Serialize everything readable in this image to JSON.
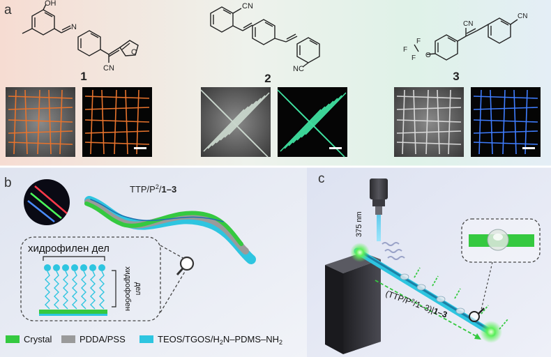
{
  "panel_a": {
    "label": "a",
    "molecules": [
      {
        "number": "1",
        "oh": "OH",
        "n": "N",
        "o": "O",
        "cn": "CN"
      },
      {
        "number": "2",
        "cn_top": "CN",
        "nc_bottom": "NC"
      },
      {
        "number": "3",
        "f1": "F",
        "f2": "F",
        "f3": "F",
        "o": "O",
        "cn1": "CN",
        "cn2": "CN"
      }
    ],
    "colors": {
      "crystal_1": "#e8732c",
      "crystal_2_bright": "#c9d6cc",
      "crystal_2_lum": "#3fe0a0",
      "crystal_3_bright": "#d8d8d8",
      "crystal_3_lum": "#3f7dff"
    }
  },
  "panel_b": {
    "label": "b",
    "title_prefix": "TTP/P",
    "title_sup": "2",
    "title_suffix": "/",
    "title_bold": "1–3",
    "hydrophilic_label": "хидрофилен дел",
    "hydrophobic_label_1": "хидрофобен",
    "hydrophobic_label_2": "дел"
  },
  "panel_c": {
    "label": "c",
    "wavelength": "375 nm",
    "film_prefix": "(TTP/P",
    "film_sup": "2",
    "film_mid": "/1–3)|",
    "film_bold": "1–3"
  },
  "legend": [
    {
      "label": "Crystal",
      "color": "#35c940"
    },
    {
      "label": "PDDA/PSS",
      "color": "#9a9a9a"
    },
    {
      "label_prefix": "TEOS/TGOS/H",
      "sub1": "2",
      "label_mid": "N–PDMS–NH",
      "sub2": "2",
      "color": "#2ec5e0"
    }
  ]
}
